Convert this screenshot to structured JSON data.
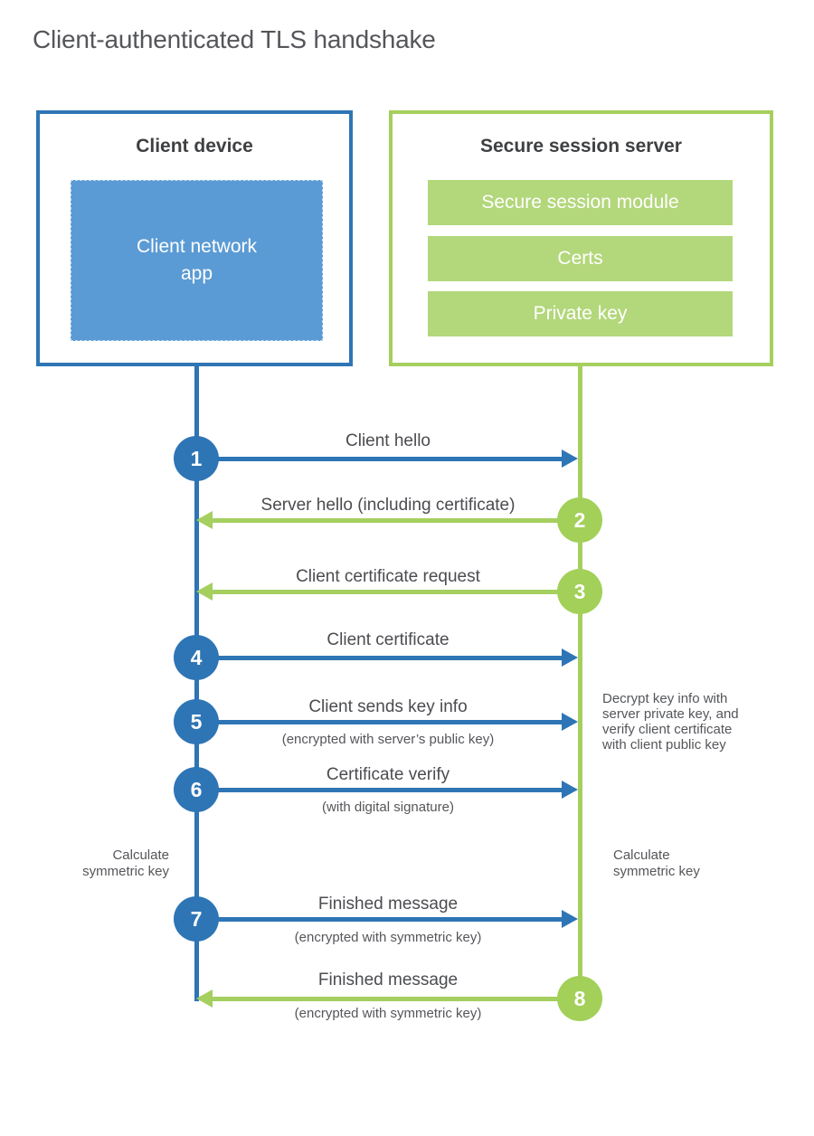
{
  "title": "Client-authenticated TLS handshake",
  "client": {
    "title": "Client device",
    "app": "Client network app"
  },
  "server": {
    "title": "Secure session server",
    "modules": [
      {
        "label": "Secure session module"
      },
      {
        "label": "Certs"
      },
      {
        "label": "Private key"
      }
    ]
  },
  "steps": [
    {
      "num": "1",
      "actor": "client",
      "direction": "client-to-server",
      "label": "Client hello",
      "sub": ""
    },
    {
      "num": "2",
      "actor": "server",
      "direction": "server-to-client",
      "label": "Server hello (including certificate)",
      "sub": ""
    },
    {
      "num": "3",
      "actor": "server",
      "direction": "server-to-client",
      "label": "Client certificate request",
      "sub": ""
    },
    {
      "num": "4",
      "actor": "client",
      "direction": "client-to-server",
      "label": "Client certificate",
      "sub": ""
    },
    {
      "num": "5",
      "actor": "client",
      "direction": "client-to-server",
      "label": "Client sends key info",
      "sub": "(encrypted with server’s public key)"
    },
    {
      "num": "6",
      "actor": "client",
      "direction": "client-to-server",
      "label": "Certificate verify",
      "sub": "(with digital signature)"
    },
    {
      "num": "7",
      "actor": "client",
      "direction": "client-to-server",
      "label": "Finished message",
      "sub": "(encrypted with symmetric key)"
    },
    {
      "num": "8",
      "actor": "server",
      "direction": "server-to-client",
      "label": "Finished message",
      "sub": "(encrypted with symmetric key)"
    }
  ],
  "notes": {
    "decrypt_lines": [
      "Decrypt key info with",
      "server private key, and",
      "verify client certificate",
      "with client public key"
    ],
    "calc_left_lines": [
      "Calculate",
      "symmetric key"
    ],
    "calc_right_lines": [
      "Calculate",
      "symmetric key"
    ]
  },
  "colors": {
    "client_blue": "#2e75b5",
    "client_app_fill": "#5b9bd5",
    "server_green": "#a5cf5e",
    "server_bar_fill": "#b3d77b",
    "heading_text": "#3f4042",
    "body_text": "#54565a",
    "white_text": "#ffffff"
  }
}
